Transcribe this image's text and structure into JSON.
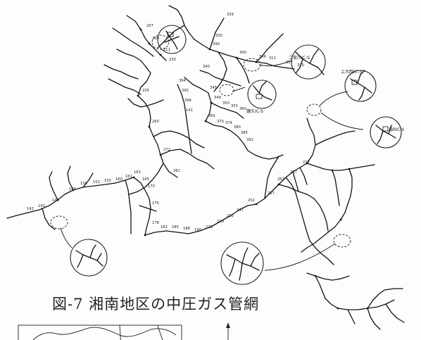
{
  "caption": "図-7 湘南地区の中圧ガス管網",
  "callout_labels": {
    "c1": "二宮川IC-S",
    "c2": "鵠久IC-S",
    "c3": "上大岡IC-3",
    "c4": "森RIC-S"
  },
  "node_labels": [
    "207",
    "209",
    "211",
    "230",
    "235",
    "260",
    "272",
    "281",
    "290",
    "300",
    "306",
    "311",
    "317",
    "320",
    "330",
    "339",
    "340",
    "345",
    "349",
    "350",
    "355",
    "360",
    "365",
    "370",
    "374",
    "380",
    "385",
    "392",
    "394",
    "395",
    "396",
    "141",
    "142",
    "143",
    "144",
    "145",
    "150",
    "152",
    "155",
    "160",
    "161",
    "162",
    "165",
    "170",
    "175",
    "178",
    "182",
    "185",
    "188",
    "190",
    "228",
    "229",
    "232",
    "247",
    "252",
    "257",
    "262",
    "267",
    "277"
  ]
}
